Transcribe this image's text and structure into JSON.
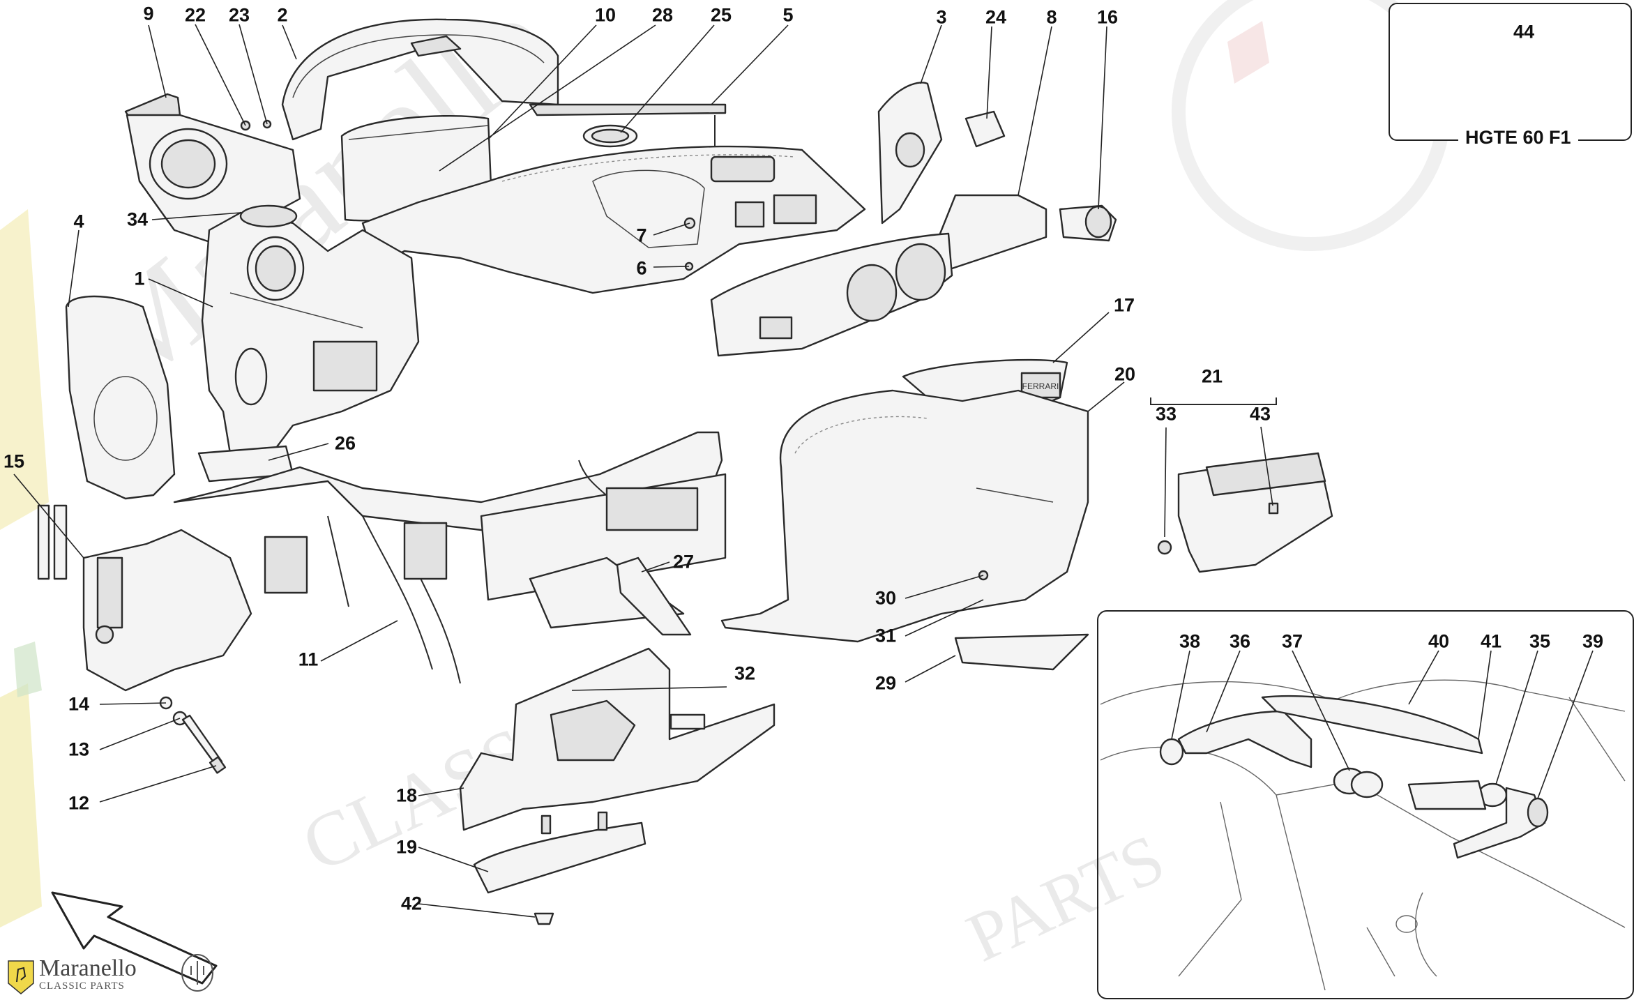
{
  "diagram": {
    "callouts": [
      {
        "id": "9",
        "label": "9"
      },
      {
        "id": "22",
        "label": "22"
      },
      {
        "id": "23",
        "label": "23"
      },
      {
        "id": "2",
        "label": "2"
      },
      {
        "id": "10",
        "label": "10"
      },
      {
        "id": "28",
        "label": "28"
      },
      {
        "id": "25",
        "label": "25"
      },
      {
        "id": "5",
        "label": "5"
      },
      {
        "id": "3",
        "label": "3"
      },
      {
        "id": "24",
        "label": "24"
      },
      {
        "id": "8",
        "label": "8"
      },
      {
        "id": "16",
        "label": "16"
      },
      {
        "id": "34",
        "label": "34"
      },
      {
        "id": "4",
        "label": "4"
      },
      {
        "id": "1",
        "label": "1"
      },
      {
        "id": "7",
        "label": "7"
      },
      {
        "id": "6",
        "label": "6"
      },
      {
        "id": "17",
        "label": "17"
      },
      {
        "id": "20",
        "label": "20"
      },
      {
        "id": "21",
        "label": "21"
      },
      {
        "id": "33",
        "label": "33"
      },
      {
        "id": "43",
        "label": "43"
      },
      {
        "id": "26",
        "label": "26"
      },
      {
        "id": "15",
        "label": "15"
      },
      {
        "id": "27",
        "label": "27"
      },
      {
        "id": "30",
        "label": "30"
      },
      {
        "id": "31",
        "label": "31"
      },
      {
        "id": "29",
        "label": "29"
      },
      {
        "id": "11",
        "label": "11"
      },
      {
        "id": "32",
        "label": "32"
      },
      {
        "id": "14",
        "label": "14"
      },
      {
        "id": "13",
        "label": "13"
      },
      {
        "id": "12",
        "label": "12"
      },
      {
        "id": "18",
        "label": "18"
      },
      {
        "id": "19",
        "label": "19"
      },
      {
        "id": "42",
        "label": "42"
      },
      {
        "id": "38",
        "label": "38"
      },
      {
        "id": "36",
        "label": "36"
      },
      {
        "id": "37",
        "label": "37"
      },
      {
        "id": "40",
        "label": "40"
      },
      {
        "id": "41",
        "label": "41"
      },
      {
        "id": "35",
        "label": "35"
      },
      {
        "id": "39",
        "label": "39"
      },
      {
        "id": "44",
        "label": "44"
      }
    ],
    "variant_box": {
      "label": "HGTE 60 F1",
      "part_number": "44",
      "plate_left": "195",
      "plate_right": "201"
    },
    "badge_text": "FERRARI"
  },
  "logo": {
    "brand": "Maranello",
    "subtitle": "CLASSIC PARTS"
  },
  "watermark": {
    "main": "Maranello",
    "sub_classic": "CLASSIC",
    "sub_parts": "PARTS"
  },
  "colors": {
    "line": "#2a2a2a",
    "part_fill": "#f3f3f3",
    "watermark": "#e6e6e6",
    "flag_yellow": "#f1e9a8"
  },
  "icons": [
    "direction-arrow-icon",
    "prancing-horse-icon",
    "maserati-trident-icon"
  ]
}
